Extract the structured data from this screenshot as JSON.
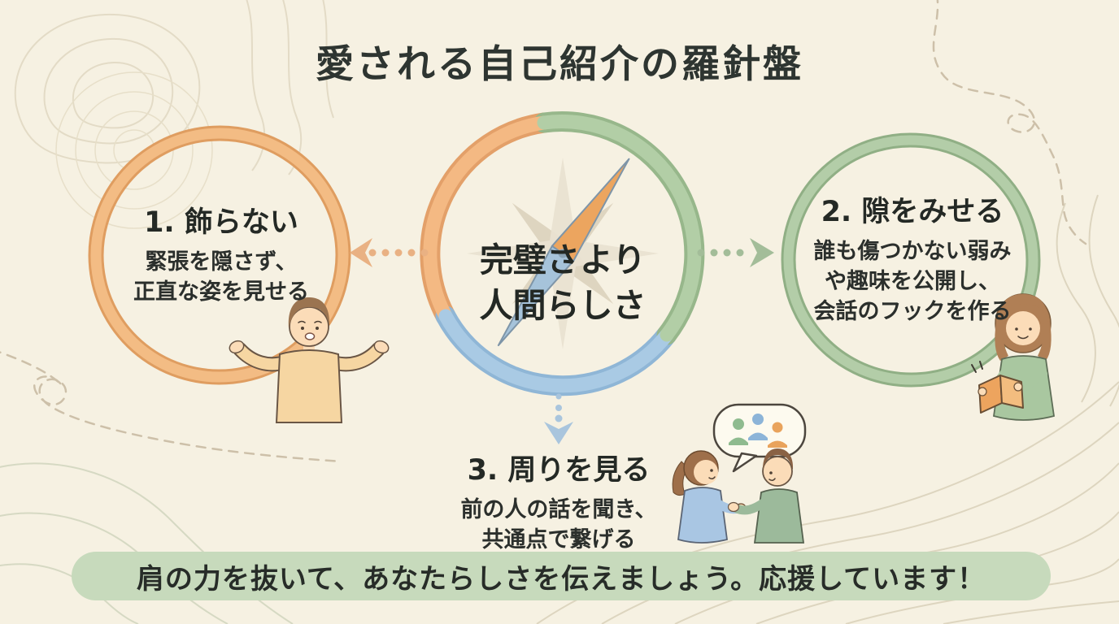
{
  "title": "愛される自己紹介の羅針盤",
  "compass": {
    "icon": "compass-rose-icon",
    "center_label_line1": "完璧さより",
    "center_label_line2": "人間らしさ"
  },
  "points": [
    {
      "heading": "1. 飾らない",
      "lines": [
        "緊張を隠さず、",
        "正直な姿を見せる"
      ],
      "ring_color": "#f2b57e",
      "illustration": "man-open-arms-illustration"
    },
    {
      "heading": "2. 隙をみせる",
      "lines": [
        "誰も傷つかない弱み",
        "や趣味を公開し、",
        "会話のフックを作る"
      ],
      "ring_color": "#b2cca7",
      "illustration": "woman-reading-illustration"
    },
    {
      "heading": "3. 周りを見る",
      "lines": [
        "前の人の話を聞き、",
        "共通点で繋げる"
      ],
      "ring_color": "#9cc2e0",
      "illustration": "two-people-talking-illustration"
    }
  ],
  "footer": {
    "message": "肩の力を抜いて、あなたらしさを伝えましょう。応援しています！"
  },
  "colors": {
    "background": "#f6f1e2",
    "text": "#2b2f2c",
    "orange_ring": "#f2b57e",
    "orange_ring_edge": "#df9d60",
    "green_ring": "#b2cca7",
    "green_ring_edge": "#90af85",
    "blue_segment": "#9cc2e0",
    "banner_background": "#c7dabc"
  }
}
